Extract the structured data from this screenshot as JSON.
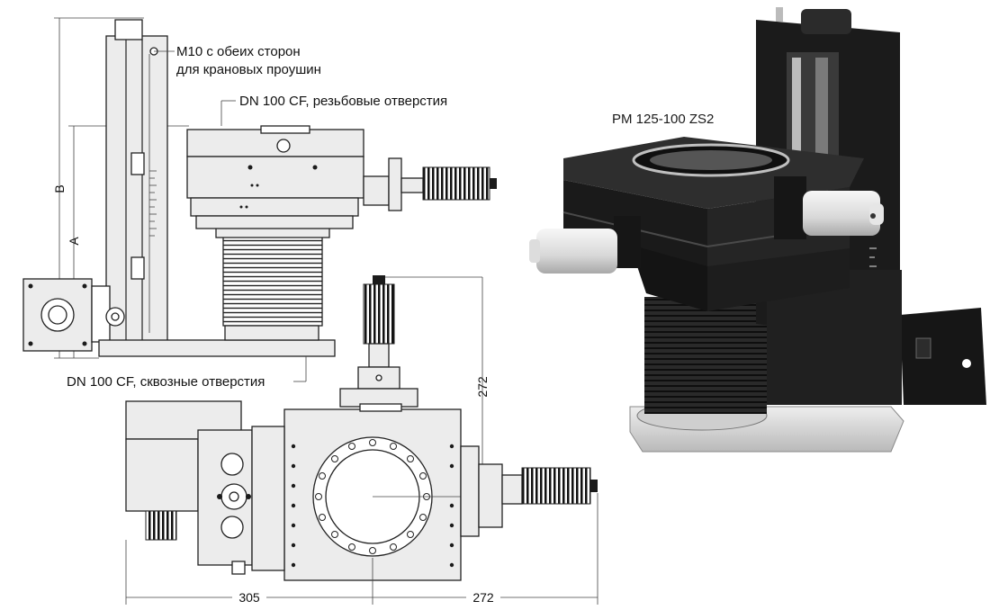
{
  "annotations": {
    "crane_holes_line1": "M10 с обеих сторон",
    "crane_holes_line2": "для крановых проушин",
    "top_flange": "DN 100 CF, резьбовые отверстия",
    "bottom_flange": "DN 100 CF, сквозные отверстия"
  },
  "dimensions": {
    "a": "A",
    "b": "B",
    "vertical_272": "272",
    "width_305": "305",
    "width_272": "272"
  },
  "product": {
    "model": "PM 125-100 ZS2"
  },
  "colors": {
    "drawing_line": "#222222",
    "product_body": "#1b1b1b",
    "product_base": "#d9d9d9",
    "micrometer_head": "#e6e6e6"
  }
}
